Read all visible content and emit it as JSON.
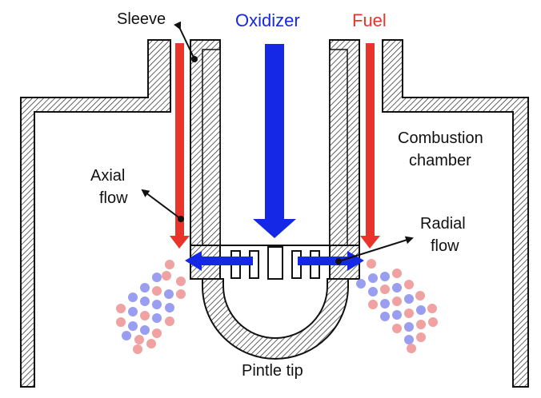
{
  "labels": {
    "sleeve": "Sleeve",
    "oxidizer": "Oxidizer",
    "fuel": "Fuel",
    "combustion_line1": "Combustion",
    "combustion_line2": "chamber",
    "axial_line1": "Axial",
    "axial_line2": "flow",
    "radial_line1": "Radial",
    "radial_line2": "flow",
    "pintle_tip": "Pintle tip"
  },
  "colors": {
    "oxidizer": "#1428e6",
    "fuel": "#e8342a",
    "oxidizer_droplet": "#9a9ef0",
    "fuel_droplet": "#f0a2a2",
    "wall": "#111111"
  },
  "icons": {
    "wall_fill": "diagonal-hatch"
  }
}
